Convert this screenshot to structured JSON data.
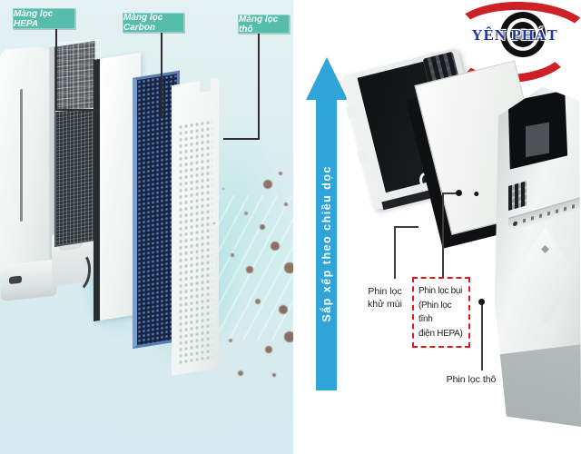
{
  "left": {
    "labels": [
      {
        "text": "Màng lọc HEPA"
      },
      {
        "text": "Màng lọc Carbon"
      },
      {
        "text": "Màng lọc thô"
      }
    ]
  },
  "right": {
    "arrow_text": "Sắp xếp theo chiều dọc",
    "logo_text": "YÊN PHÁT",
    "callouts": {
      "odor": {
        "line1": "Phin lọc",
        "line2": "khử mùi"
      },
      "dust": {
        "line1": "Phin lọc bụi",
        "line2": "(Phin lọc tĩnh",
        "line3": "điện HEPA)"
      },
      "coarse": {
        "text": "Phin lọc thô"
      }
    }
  },
  "colors": {
    "teal": "#56bcab",
    "arrow-blue": "#2ea4d9",
    "box-red": "#e0161d",
    "logo-red": "#cd2027",
    "logo-blue": "#23379c"
  }
}
